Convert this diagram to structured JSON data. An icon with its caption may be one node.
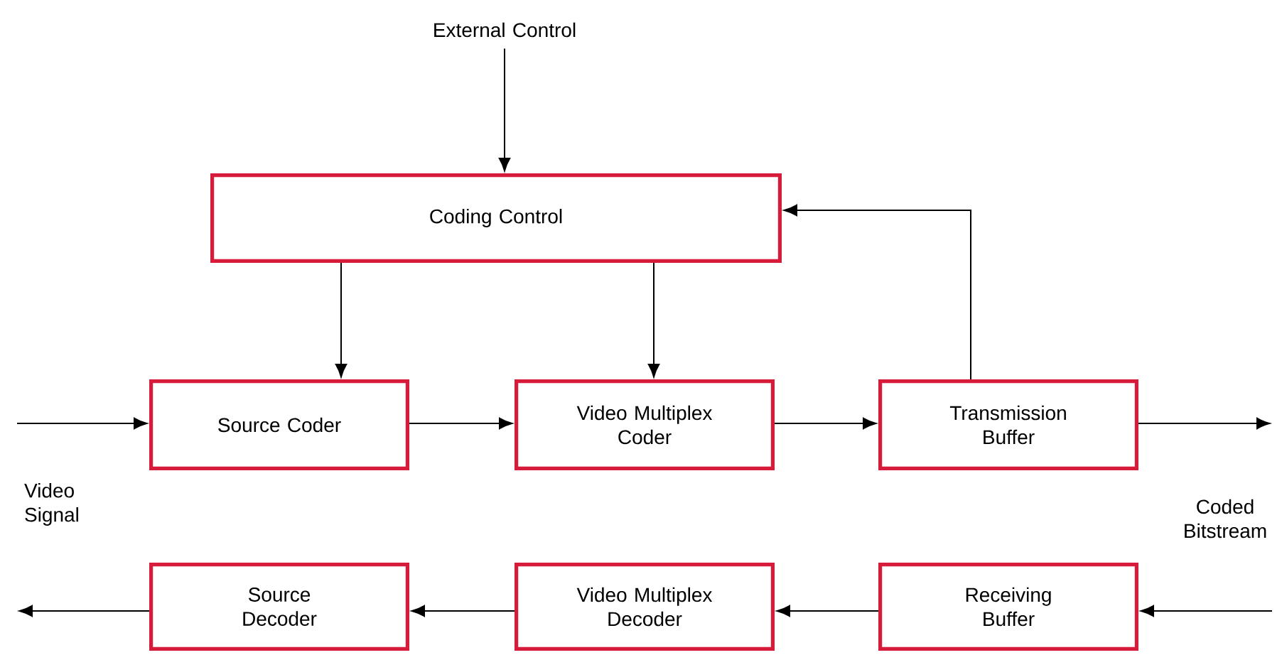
{
  "diagram": {
    "nodes": [
      {
        "text": [
          "External Control"
        ]
      },
      {
        "text": [
          "Coding Control"
        ]
      },
      {
        "text": [
          "Source Coder"
        ]
      },
      {
        "text": [
          "Video Multiplex Coder"
        ]
      },
      {
        "text": [
          "Transmission Buffer"
        ]
      },
      {
        "text": [
          "Source Decoder"
        ]
      },
      {
        "text": [
          "Video Multiplex Decoder"
        ]
      },
      {
        "text": [
          "Receiving Buffer"
        ]
      }
    ],
    "edges": [
      {
        "from": 0,
        "to": 1,
        "arrow": "to"
      },
      {
        "from": 1,
        "to": 2,
        "arrow": "to"
      },
      {
        "from": 1,
        "to": 3,
        "arrow": "to"
      },
      {
        "from": 4,
        "to": 1,
        "arrow": "to"
      },
      {
        "from": null,
        "to": 2,
        "arrow": "to"
      },
      {
        "from": 2,
        "to": 3,
        "arrow": "to"
      },
      {
        "from": 3,
        "to": 4,
        "arrow": "to"
      },
      {
        "from": 4,
        "to": null,
        "arrow": "to"
      },
      {
        "from": null,
        "to": 7,
        "arrow": "to"
      },
      {
        "from": 7,
        "to": 6,
        "arrow": "to"
      },
      {
        "from": 6,
        "to": 5,
        "arrow": "to"
      },
      {
        "from": 5,
        "to": null,
        "arrow": "to"
      }
    ],
    "labels": [
      "Video Signal",
      "Coded Bitstream"
    ]
  }
}
